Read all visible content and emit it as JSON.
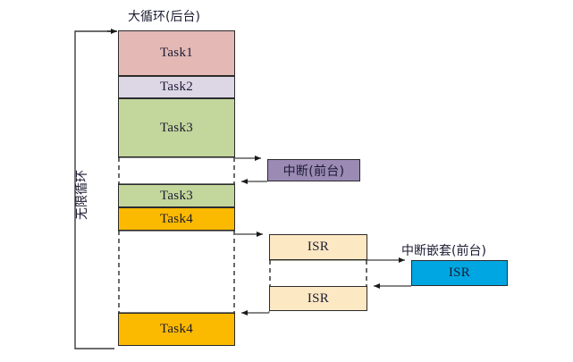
{
  "diagram": {
    "title_main": "大循环(后台)",
    "label_interrupt": "中断(前台)",
    "label_nested_interrupt": "中断嵌套(前台)",
    "label_infinite_loop": "无限循环",
    "colors": {
      "task1": "#e3b8b5",
      "task2": "#dcd6e5",
      "task3": "#c3d69b",
      "task4": "#fbb900",
      "interrupt": "#9b8ab4",
      "isr": "#fce8c3",
      "nested_isr": "#00a6e2",
      "stroke": "#2b2b2b",
      "text": "#1c1c33"
    },
    "boxes": [
      {
        "name": "task1",
        "label": "Task1"
      },
      {
        "name": "task2",
        "label": "Task2"
      },
      {
        "name": "task3-first",
        "label": "Task3"
      },
      {
        "name": "task3-second",
        "label": "Task3"
      },
      {
        "name": "task4-first",
        "label": "Task4"
      },
      {
        "name": "task4-last",
        "label": "Task4"
      },
      {
        "name": "isr-upper",
        "label": "ISR"
      },
      {
        "name": "isr-lower",
        "label": "ISR"
      },
      {
        "name": "isr-nested",
        "label": "ISR"
      }
    ]
  }
}
